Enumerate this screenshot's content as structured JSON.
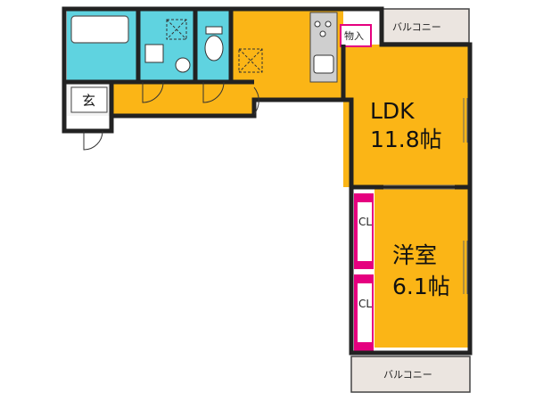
{
  "rooms": {
    "ldk": {
      "name": "LDK",
      "size": "11.8帖"
    },
    "western": {
      "name": "洋室",
      "size": "6.1帖"
    }
  },
  "labels": {
    "entrance": "玄",
    "storage": "物入",
    "closet_upper": "CL",
    "closet_lower": "CL",
    "balcony_top": "バルコニー",
    "balcony_bottom": "バルコニー"
  },
  "colors": {
    "floor": "#FBB516",
    "wet_area": "#5FD3E0",
    "closet": "#E5007F",
    "balcony": "#EBE5E0",
    "wall": "#222222"
  }
}
